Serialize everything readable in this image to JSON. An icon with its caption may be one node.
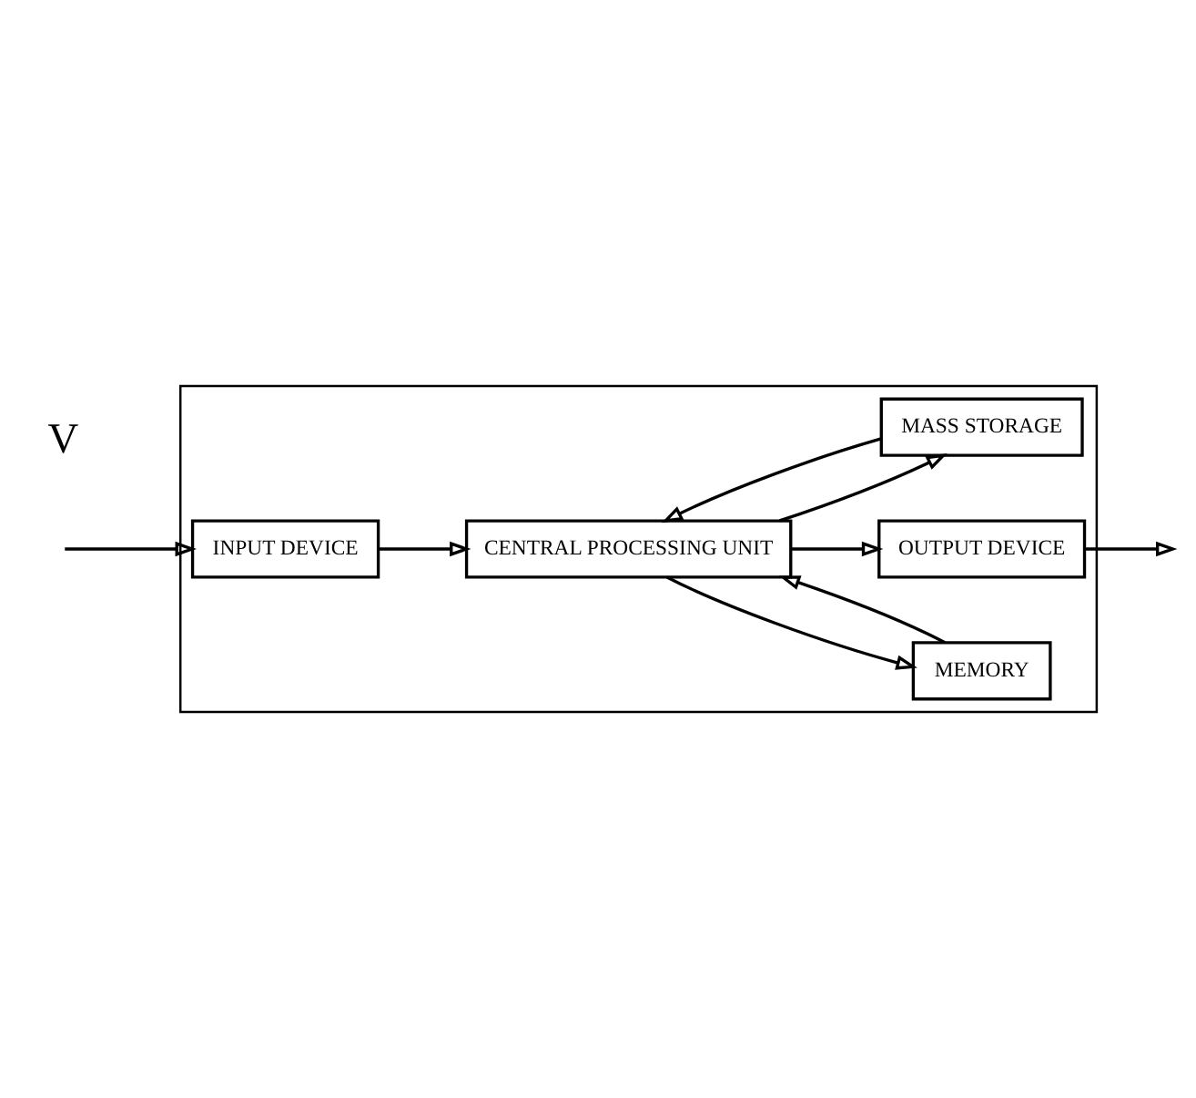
{
  "diagram": {
    "nodes": [
      {
        "text": [],
        "shape": "box"
      },
      {
        "text": [
          "INPUT DEVICE"
        ],
        "in": 0
      },
      {
        "text": [
          "MEMORY"
        ],
        "in": 0
      },
      {
        "text": [
          "CENTRAL PROCESSING UNIT"
        ],
        "in": 0
      },
      {
        "text": [
          "OUTPUT DEVICE"
        ],
        "in": 0
      },
      {
        "text": [
          "MASS STORAGE"
        ],
        "in": 0
      }
    ],
    "edges": [
      {
        "from": null,
        "to": 1,
        "arrow": "to"
      },
      {
        "from": 1,
        "to": 3,
        "arrow": "to"
      },
      {
        "from": 2,
        "to": 3,
        "arrow": "to"
      },
      {
        "from": 3,
        "to": 2,
        "arrow": "to"
      },
      {
        "from": 3,
        "to": 4,
        "arrow": "to"
      },
      {
        "from": 4,
        "to": null,
        "arrow": "to"
      },
      {
        "from": 3,
        "to": 5,
        "arrow": "to"
      },
      {
        "from": 5,
        "to": 3,
        "arrow": "to"
      }
    ],
    "labels": [
      "V"
    ]
  }
}
